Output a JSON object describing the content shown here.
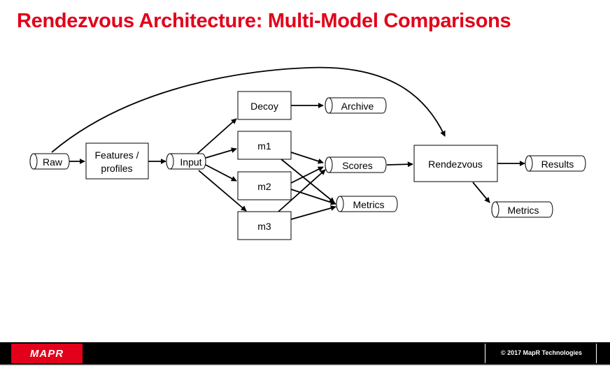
{
  "slide": {
    "title": "Rendezvous Architecture: Multi-Model Comparisons",
    "title_color": "#e2001a"
  },
  "diagram": {
    "nodes": {
      "raw": "Raw",
      "features_line1": "Features /",
      "features_line2": "profiles",
      "input": "Input",
      "decoy": "Decoy",
      "m1": "m1",
      "m2": "m2",
      "m3": "m3",
      "archive": "Archive",
      "scores": "Scores",
      "metrics_models": "Metrics",
      "rendezvous": "Rendezvous",
      "results": "Results",
      "metrics_rendezvous": "Metrics"
    },
    "edges": [
      [
        "raw",
        "features"
      ],
      [
        "features",
        "input"
      ],
      [
        "input",
        "decoy"
      ],
      [
        "input",
        "m1"
      ],
      [
        "input",
        "m2"
      ],
      [
        "input",
        "m3"
      ],
      [
        "decoy",
        "archive"
      ],
      [
        "m1",
        "scores"
      ],
      [
        "m2",
        "scores"
      ],
      [
        "m3",
        "scores"
      ],
      [
        "m1",
        "metrics_models"
      ],
      [
        "m2",
        "metrics_models"
      ],
      [
        "m3",
        "metrics_models"
      ],
      [
        "scores",
        "rendezvous"
      ],
      [
        "raw",
        "rendezvous"
      ],
      [
        "rendezvous",
        "results"
      ],
      [
        "rendezvous",
        "metrics_rendezvous"
      ]
    ]
  },
  "footer": {
    "logo": "MAPR",
    "copyright": "© 2017 MapR Technologies",
    "logo_color": "#e2001a"
  }
}
